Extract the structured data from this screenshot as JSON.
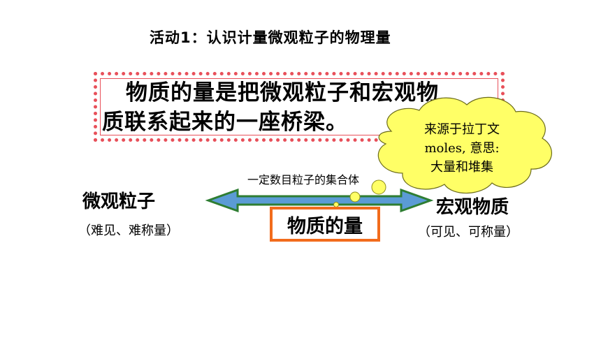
{
  "slide": {
    "title": "活动1：认识计量微观粒子的物理量",
    "main_line1": "物质的量是把微观粒子和宏观物",
    "main_line2": "质联系起来的一座桥梁。",
    "callout": {
      "line1": "来源于拉丁文",
      "line2": "moles,  意思:",
      "line3": "大量和堆集"
    },
    "arrow_note": "一定数目粒子的集合体",
    "left_label": "微观粒子",
    "left_sub": "（难见、难称量）",
    "right_label": "宏观物质",
    "right_sub": "（可见、可称量）",
    "center_label": "物质的量",
    "colors": {
      "arrow_fill": "#5b9bd5",
      "arrow_border": "#2e7d32",
      "cloud_fill": "#ffff66",
      "dotted_border": "#e8505a",
      "center_border": "#f26c1c"
    }
  }
}
